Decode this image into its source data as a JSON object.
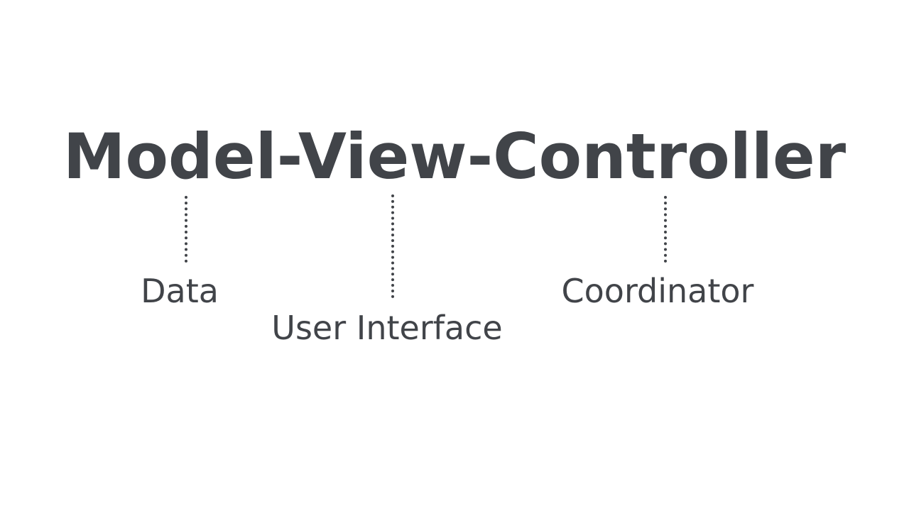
{
  "title": "Model-View-Controller",
  "components": [
    {
      "name": "Model",
      "description": "Data"
    },
    {
      "name": "View",
      "description": "User Interface"
    },
    {
      "name": "Controller",
      "description": "Coordinator"
    }
  ],
  "colors": {
    "background": "#ffffff",
    "text": "#414449",
    "connector": "#414449"
  }
}
